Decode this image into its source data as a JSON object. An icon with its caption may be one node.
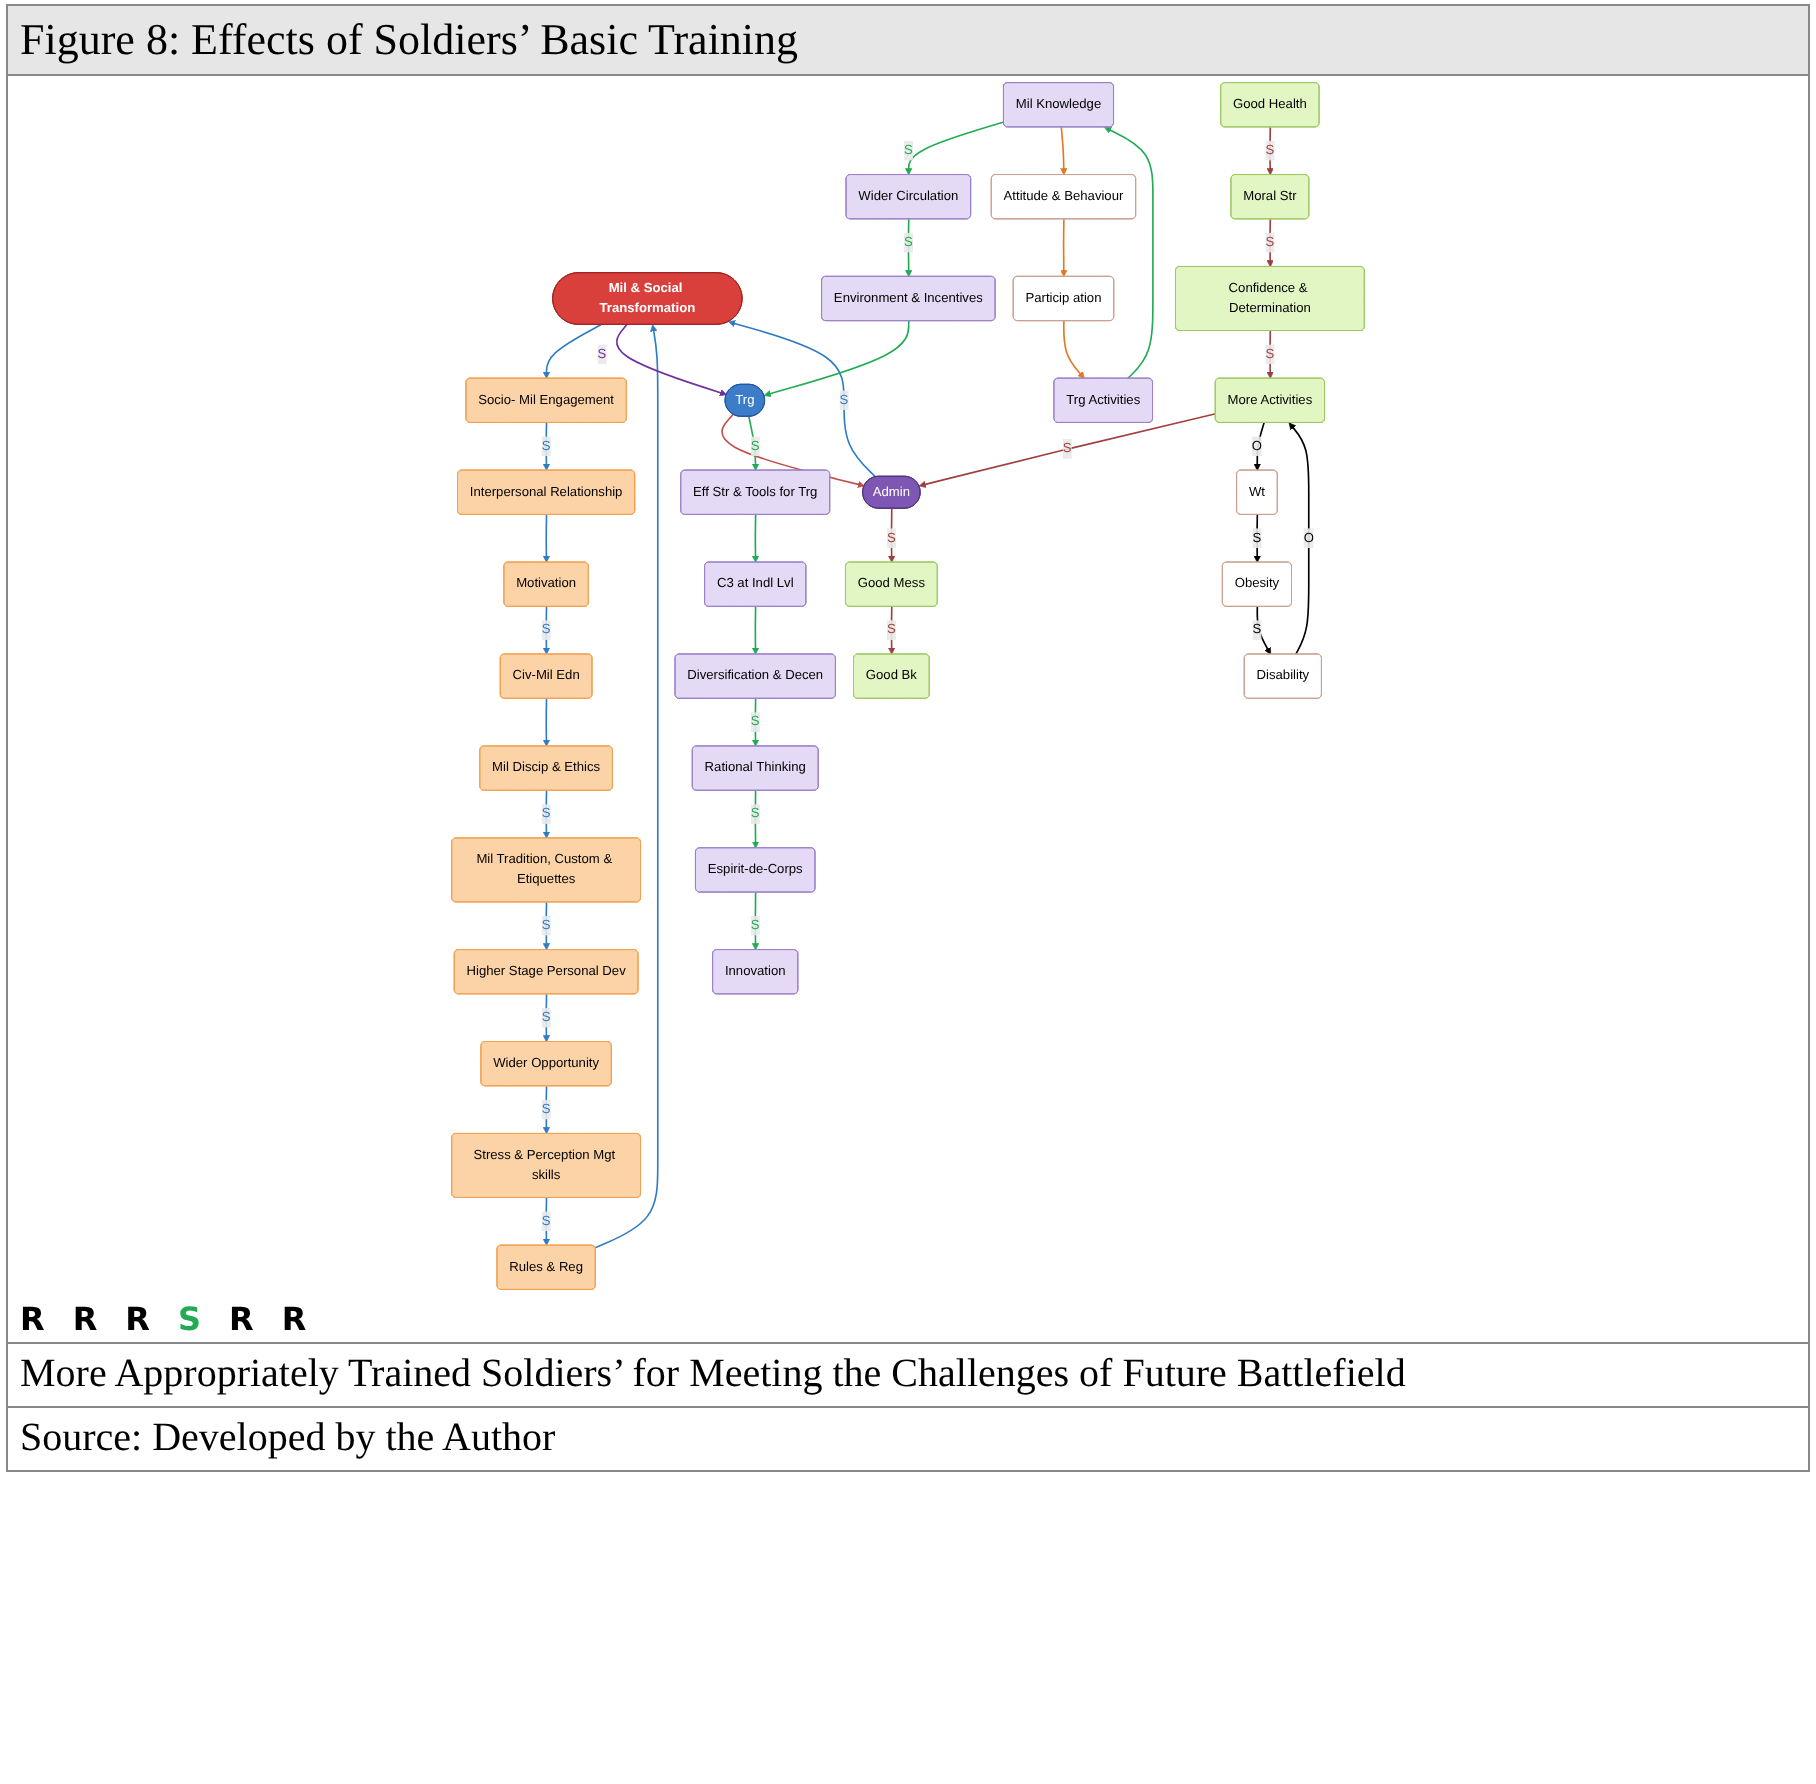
{
  "diagram": {
    "title": "Figure 8: Effects of Soldiers’ Basic Training",
    "caption": "More Appropriately Trained Soldiers’ for Meeting the Challenges of Future Battlefield",
    "nodes": [
      {
        "text": [
          "Mil & Social Transformation"
        ]
      },
      {
        "text": [
          "Civ-Mil Edn"
        ]
      },
      {
        "text": [
          "Mil Discip & Ethics"
        ]
      },
      {
        "text": [
          "Mil Tradition, Custom & Etiquettes"
        ]
      },
      {
        "text": [
          "Higher Stage Personal Dev"
        ]
      },
      {
        "text": [
          "Motivation"
        ]
      },
      {
        "text": [
          "Wider Opportunity"
        ]
      },
      {
        "text": [
          "Interpersonal Relationship"
        ]
      },
      {
        "text": [
          "Socio- Mil Engagement"
        ]
      },
      {
        "text": [
          "Rules & Reg"
        ]
      },
      {
        "text": [
          "Stress & Perception Mgt skills"
        ]
      },
      {
        "text": [
          "Wider Circulation"
        ]
      },
      {
        "text": [
          "Environment & Incentives"
        ]
      },
      {
        "text": [
          "Good Mess"
        ]
      },
      {
        "text": [
          "Good Bk"
        ]
      },
      {
        "text": [
          "Mil Knowledge"
        ]
      },
      {
        "text": [
          "Trg"
        ]
      },
      {
        "text": [
          "Admin"
        ]
      },
      {
        "text": [
          "Good Health"
        ]
      },
      {
        "text": [
          "Attitude & Behaviour"
        ]
      },
      {
        "text": [
          "Trg Activities"
        ]
      },
      {
        "text": [
          "Eff Str & Tools for Trg"
        ]
      },
      {
        "text": [
          "Disability"
        ]
      },
      {
        "text": [
          "More Activities"
        ]
      },
      {
        "text": [
          "Innovation"
        ]
      },
      {
        "text": [
          "C3 at Indl Lvl"
        ]
      },
      {
        "text": [
          "Obesity"
        ]
      },
      {
        "text": [
          "Moral Str"
        ]
      },
      {
        "text": [
          "Particip ation"
        ]
      },
      {
        "text": [
          "Rational Thinking"
        ]
      },
      {
        "text": [
          "Diversification & Decen"
        ]
      },
      {
        "text": [
          "Confidence & Determination"
        ]
      },
      {
        "text": [
          "Espirit-de-Corps"
        ]
      },
      {
        "text": [
          "Wt"
        ]
      }
    ],
    "edges": [
      {
        "from": 0,
        "to": 8,
        "arrow": "to"
      },
      {
        "from": 8,
        "to": 7,
        "arrow": "to",
        "label": "S"
      },
      {
        "from": 7,
        "to": 5,
        "arrow": "to"
      },
      {
        "from": 5,
        "to": 1,
        "arrow": "to",
        "label": "S"
      },
      {
        "from": 1,
        "to": 2,
        "arrow": "to"
      },
      {
        "from": 2,
        "to": 3,
        "arrow": "to",
        "label": "S"
      },
      {
        "from": 3,
        "to": 4,
        "arrow": "to",
        "label": "S"
      },
      {
        "from": 4,
        "to": 6,
        "arrow": "to",
        "label": "S"
      },
      {
        "from": 6,
        "to": 10,
        "arrow": "to",
        "label": "S"
      },
      {
        "from": 10,
        "to": 9,
        "arrow": "to",
        "label": "S"
      },
      {
        "from": 9,
        "to": 0,
        "arrow": "to"
      },
      {
        "from": 0,
        "to": 16,
        "arrow": "to",
        "label": "S",
        "color": "#7030a0"
      },
      {
        "from": 17,
        "to": 0,
        "arrow": "to",
        "label": "S"
      },
      {
        "from": 16,
        "to": 17,
        "arrow": "to",
        "color": "#c0504d"
      },
      {
        "from": 15,
        "to": 11,
        "arrow": "to",
        "label": "S",
        "color": "#22aa55"
      },
      {
        "from": 11,
        "to": 12,
        "arrow": "to",
        "label": "S",
        "color": "#22aa55"
      },
      {
        "from": 12,
        "to": 16,
        "arrow": "to",
        "color": "#22aa55"
      },
      {
        "from": 20,
        "to": 15,
        "arrow": "to",
        "color": "#22aa55"
      },
      {
        "from": 15,
        "to": 19,
        "arrow": "to",
        "color": "#e07a20"
      },
      {
        "from": 19,
        "to": 28,
        "arrow": "to",
        "color": "#e07a20"
      },
      {
        "from": 28,
        "to": 20,
        "arrow": "to",
        "color": "#e07a20"
      },
      {
        "from": 16,
        "to": 21,
        "arrow": "to",
        "label": "S",
        "color": "#22aa55"
      },
      {
        "from": 21,
        "to": 25,
        "arrow": "to",
        "color": "#22aa55"
      },
      {
        "from": 25,
        "to": 30,
        "arrow": "to",
        "color": "#22aa55"
      },
      {
        "from": 30,
        "to": 29,
        "arrow": "to",
        "label": "S",
        "color": "#22aa55"
      },
      {
        "from": 29,
        "to": 32,
        "arrow": "to",
        "label": "S",
        "color": "#22aa55"
      },
      {
        "from": 32,
        "to": 24,
        "arrow": "to",
        "label": "S",
        "color": "#22aa55"
      },
      {
        "from": 17,
        "to": 13,
        "arrow": "to",
        "label": "S",
        "color": "#a04040"
      },
      {
        "from": 13,
        "to": 14,
        "arrow": "to",
        "label": "S",
        "color": "#a04040"
      },
      {
        "from": 18,
        "to": 27,
        "arrow": "to",
        "label": "S",
        "color": "#a04040"
      },
      {
        "from": 27,
        "to": 31,
        "arrow": "to",
        "label": "S",
        "color": "#a04040"
      },
      {
        "from": 31,
        "to": 23,
        "arrow": "to",
        "label": "S",
        "color": "#a04040"
      },
      {
        "from": 23,
        "to": 17,
        "arrow": "to",
        "label": "S",
        "color": "#a04040"
      },
      {
        "from": 22,
        "to": 23,
        "arrow": "to",
        "label": "O",
        "color": "#000000"
      },
      {
        "from": 23,
        "to": 33,
        "arrow": "to",
        "label": "O",
        "color": "#000000"
      },
      {
        "from": 33,
        "to": 26,
        "arrow": "to",
        "label": "S",
        "color": "#000000"
      },
      {
        "from": 26,
        "to": 22,
        "arrow": "to",
        "label": "S",
        "color": "#000000"
      }
    ],
    "labels": [
      "R",
      "R",
      "R",
      "S",
      "R",
      "R",
      "Source: Developed by the Author"
    ]
  }
}
